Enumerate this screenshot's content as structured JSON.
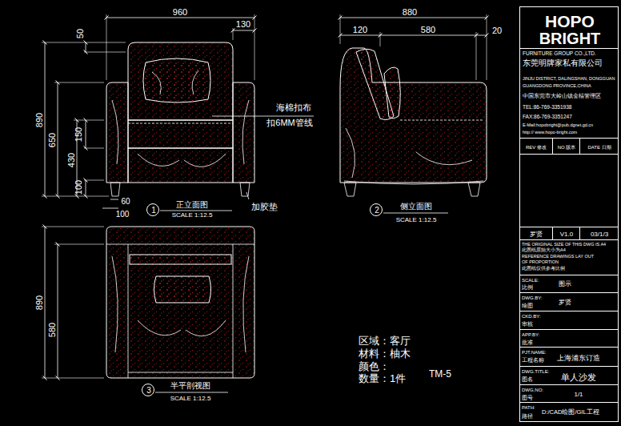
{
  "diagram": {
    "nodes": [
      {
        "text": [
          "1"
        ]
      },
      {
        "text": [
          "2"
        ]
      },
      {
        "text": [
          "3"
        ]
      },
      {
        "text": [
          "HOPO",
          "BRIGHT"
        ]
      },
      {
        "text": [
          "FURNITURE GROUP CO.,LTD.",
          "东莞明牌家私有限公司",
          "JINJU DISTRICT, DALINGSHAN, DONGGUAN",
          "GUANGDONG PROVINCE,CHINA",
          "中国东莞市大岭山镇金桔管理区",
          "TEL:86-769-3351938",
          "FAX:86-769-3351247",
          "E-Mail:hopobright@pub.dgnet.gd.cn",
          "http:// www.hopo-bright.com"
        ]
      },
      {
        "text": [
          "REV 修改",
          "NO 版本",
          "DATE 日期"
        ]
      },
      {
        "text": [
          "罗贤",
          "V1.0",
          "03/1/3"
        ]
      },
      {
        "text": [
          "THE ORIGINAL SIZE OF THIS DWG IS A4",
          "此图纸原始大小为A4",
          "REFERENCE DRAWINGS LAY OUT",
          "OF PROPORTION",
          "此图纸仅供参考比例"
        ]
      },
      {
        "text": [
          "SCALE:",
          "比例",
          "图示"
        ]
      },
      {
        "text": [
          "DWG.BY:",
          "绘图",
          "罗贤"
        ]
      },
      {
        "text": [
          "CKD.BY:",
          "审核"
        ]
      },
      {
        "text": [
          "APP.BY:",
          "批准"
        ]
      },
      {
        "text": [
          "PJT.NAME:",
          "工程名称",
          "上海浦东订造"
        ]
      },
      {
        "text": [
          "DWG.TITLE:",
          "图名",
          "单人沙发"
        ]
      },
      {
        "text": [
          "DWG.NO:",
          "图号",
          "1/1"
        ]
      },
      {
        "text": [
          "PATH:",
          "路径",
          "D:/CAD绘图/GIL工程"
        ]
      }
    ],
    "labels": [
      "960",
      "130",
      "50",
      "890",
      "650",
      "150",
      "430",
      "100",
      "60",
      "100",
      "海棉扣布",
      "扣6MM管线",
      "加胶垫",
      "正立面图",
      "SCALE 1:12.5",
      "880",
      "120",
      "580",
      "20",
      "侧立面图",
      "SCALE 1:12.5",
      "890",
      "580",
      "半平剖视图",
      "SCALE 1:12.5",
      "区域：客厅",
      "材料：柚木",
      "颜色：",
      "数量：1件",
      "TM-5"
    ]
  }
}
